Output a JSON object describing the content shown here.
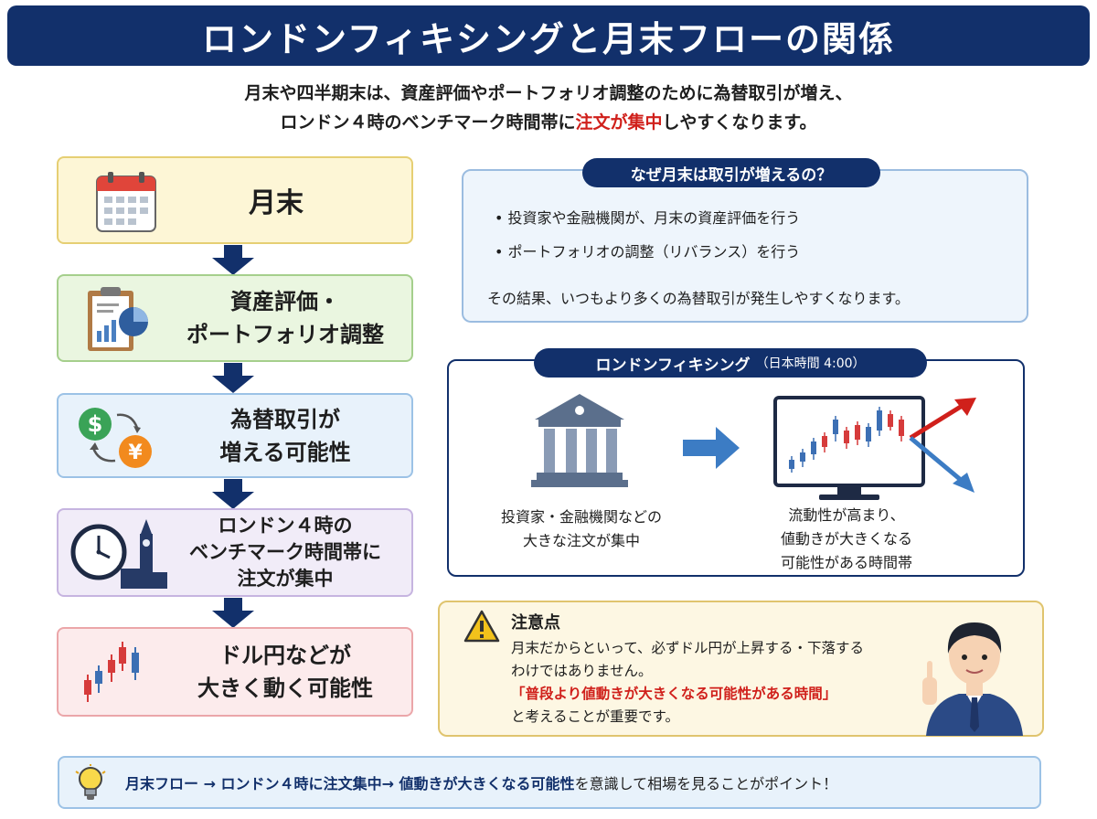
{
  "title": "ロンドンフィキシングと月末フローの関係",
  "intro": {
    "line1": "月末や四半期末は、資産評価やポートフォリオ調整のために為替取引が増え、",
    "line2_a": "ロンドン４時のベンチマーク時間帯に",
    "line2_red": "注文が集中",
    "line2_b": "しやすくなります。"
  },
  "steps": [
    {
      "lines": [
        "月末"
      ],
      "icon": "calendar-icon"
    },
    {
      "lines": [
        "資産評価・",
        "ポートフォリオ調整"
      ],
      "icon": "clipboard-chart-icon"
    },
    {
      "lines": [
        "為替取引が",
        "増える可能性"
      ],
      "icon": "currency-exchange-icon"
    },
    {
      "lines": [
        "ロンドン４時の",
        "ベンチマーク時間帯に",
        "注文が集中"
      ],
      "icon": "clock-big-ben-icon"
    },
    {
      "lines": [
        "ドル円などが",
        "大きく動く可能性"
      ],
      "icon": "candlestick-icon"
    }
  ],
  "why_panel": {
    "heading": "なぜ月末は取引が増えるの？",
    "bullets": [
      "投資家や金融機関が、月末の資産評価を行う",
      "ポートフォリオの調整（リバランス）を行う"
    ],
    "result": "その結果、いつもより多くの為替取引が発生しやすくなります。"
  },
  "fixing_panel": {
    "heading": "ロンドンフィキシング",
    "heading_note": "（日本時間 4:00）",
    "left_caption": [
      "投資家・金融機関などの",
      "大きな注文が集中"
    ],
    "right_caption": [
      "流動性が高まり、",
      "値動きが大きくなる",
      "可能性がある時間帯"
    ]
  },
  "caution_panel": {
    "heading": "注意点",
    "line1": "月末だからといって、必ずドル円が上昇する・下落する",
    "line2": "わけではありません。",
    "red_line": "「普段より値動きが大きくなる可能性がある時間」",
    "line4": "と考えることが重要です。"
  },
  "bottom": {
    "part1": "月末フロー → ロンドン４時に",
    "part2": "注文集中",
    "part3": " → 値動きが大きくなる可能性",
    "part4": "を意識して相場を見ることがポイント！"
  },
  "colors": {
    "navy": "#12306b",
    "red": "#d0201b",
    "blue_arrow": "#3c7cc4"
  }
}
